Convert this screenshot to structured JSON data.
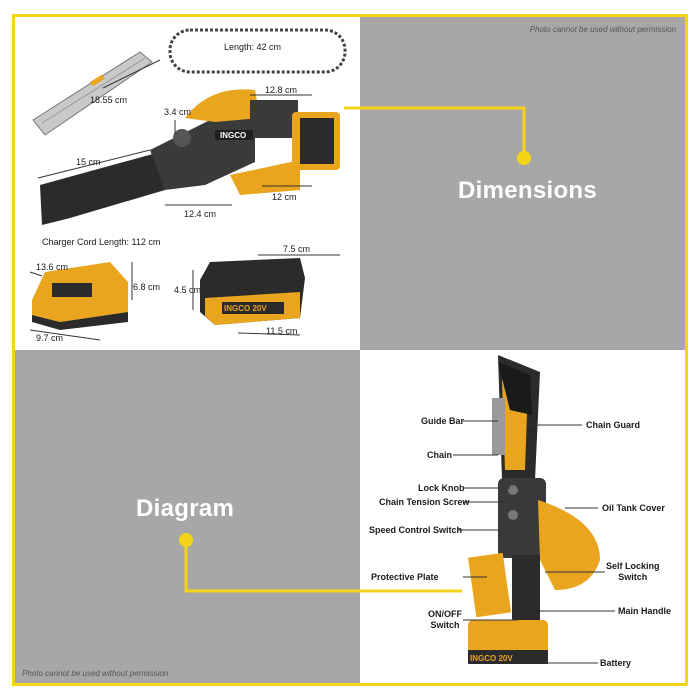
{
  "watermark_top": "Photo cannot be used without permission",
  "watermark_bottom": "Photo cannot be used without permission",
  "section_titles": {
    "dimensions": "Dimensions",
    "diagram": "Diagram"
  },
  "dimensions": {
    "chain_length": "Length: 42 cm",
    "guide_bar": "18.55 cm",
    "knob_height": "3.4 cm",
    "motor_width": "12.8 cm",
    "saw_length": "15 cm",
    "body_length": "12.4 cm",
    "plate_length": "12 cm",
    "charger_cord": "Charger Cord Length: 112 cm",
    "charger_width": "13.6 cm",
    "charger_height": "6.8 cm",
    "charger_depth": "9.7 cm",
    "battery_width": "7.5 cm",
    "battery_height": "4.5 cm",
    "battery_length": "11.5 cm"
  },
  "parts": {
    "guide_bar": "Guide Bar",
    "chain": "Chain",
    "lock_knob": "Lock Knob",
    "chain_tension_screw": "Chain Tension Screw",
    "speed_control_switch": "Speed Control Switch",
    "protective_plate": "Protective Plate",
    "on_off_switch": "ON/OFF\nSwitch",
    "chain_guard": "Chain Guard",
    "oil_tank_cover": "Oil Tank Cover",
    "self_locking_switch": "Self Locking\nSwitch",
    "main_handle": "Main Handle",
    "battery": "Battery"
  },
  "product_text": {
    "brand": "INGCO",
    "voltage": "20V"
  },
  "colors": {
    "accent": "#f5d417",
    "tool_yellow": "#e9a51e",
    "tool_dark": "#2b2b2b",
    "panel_grey": "#a7a7a7"
  }
}
